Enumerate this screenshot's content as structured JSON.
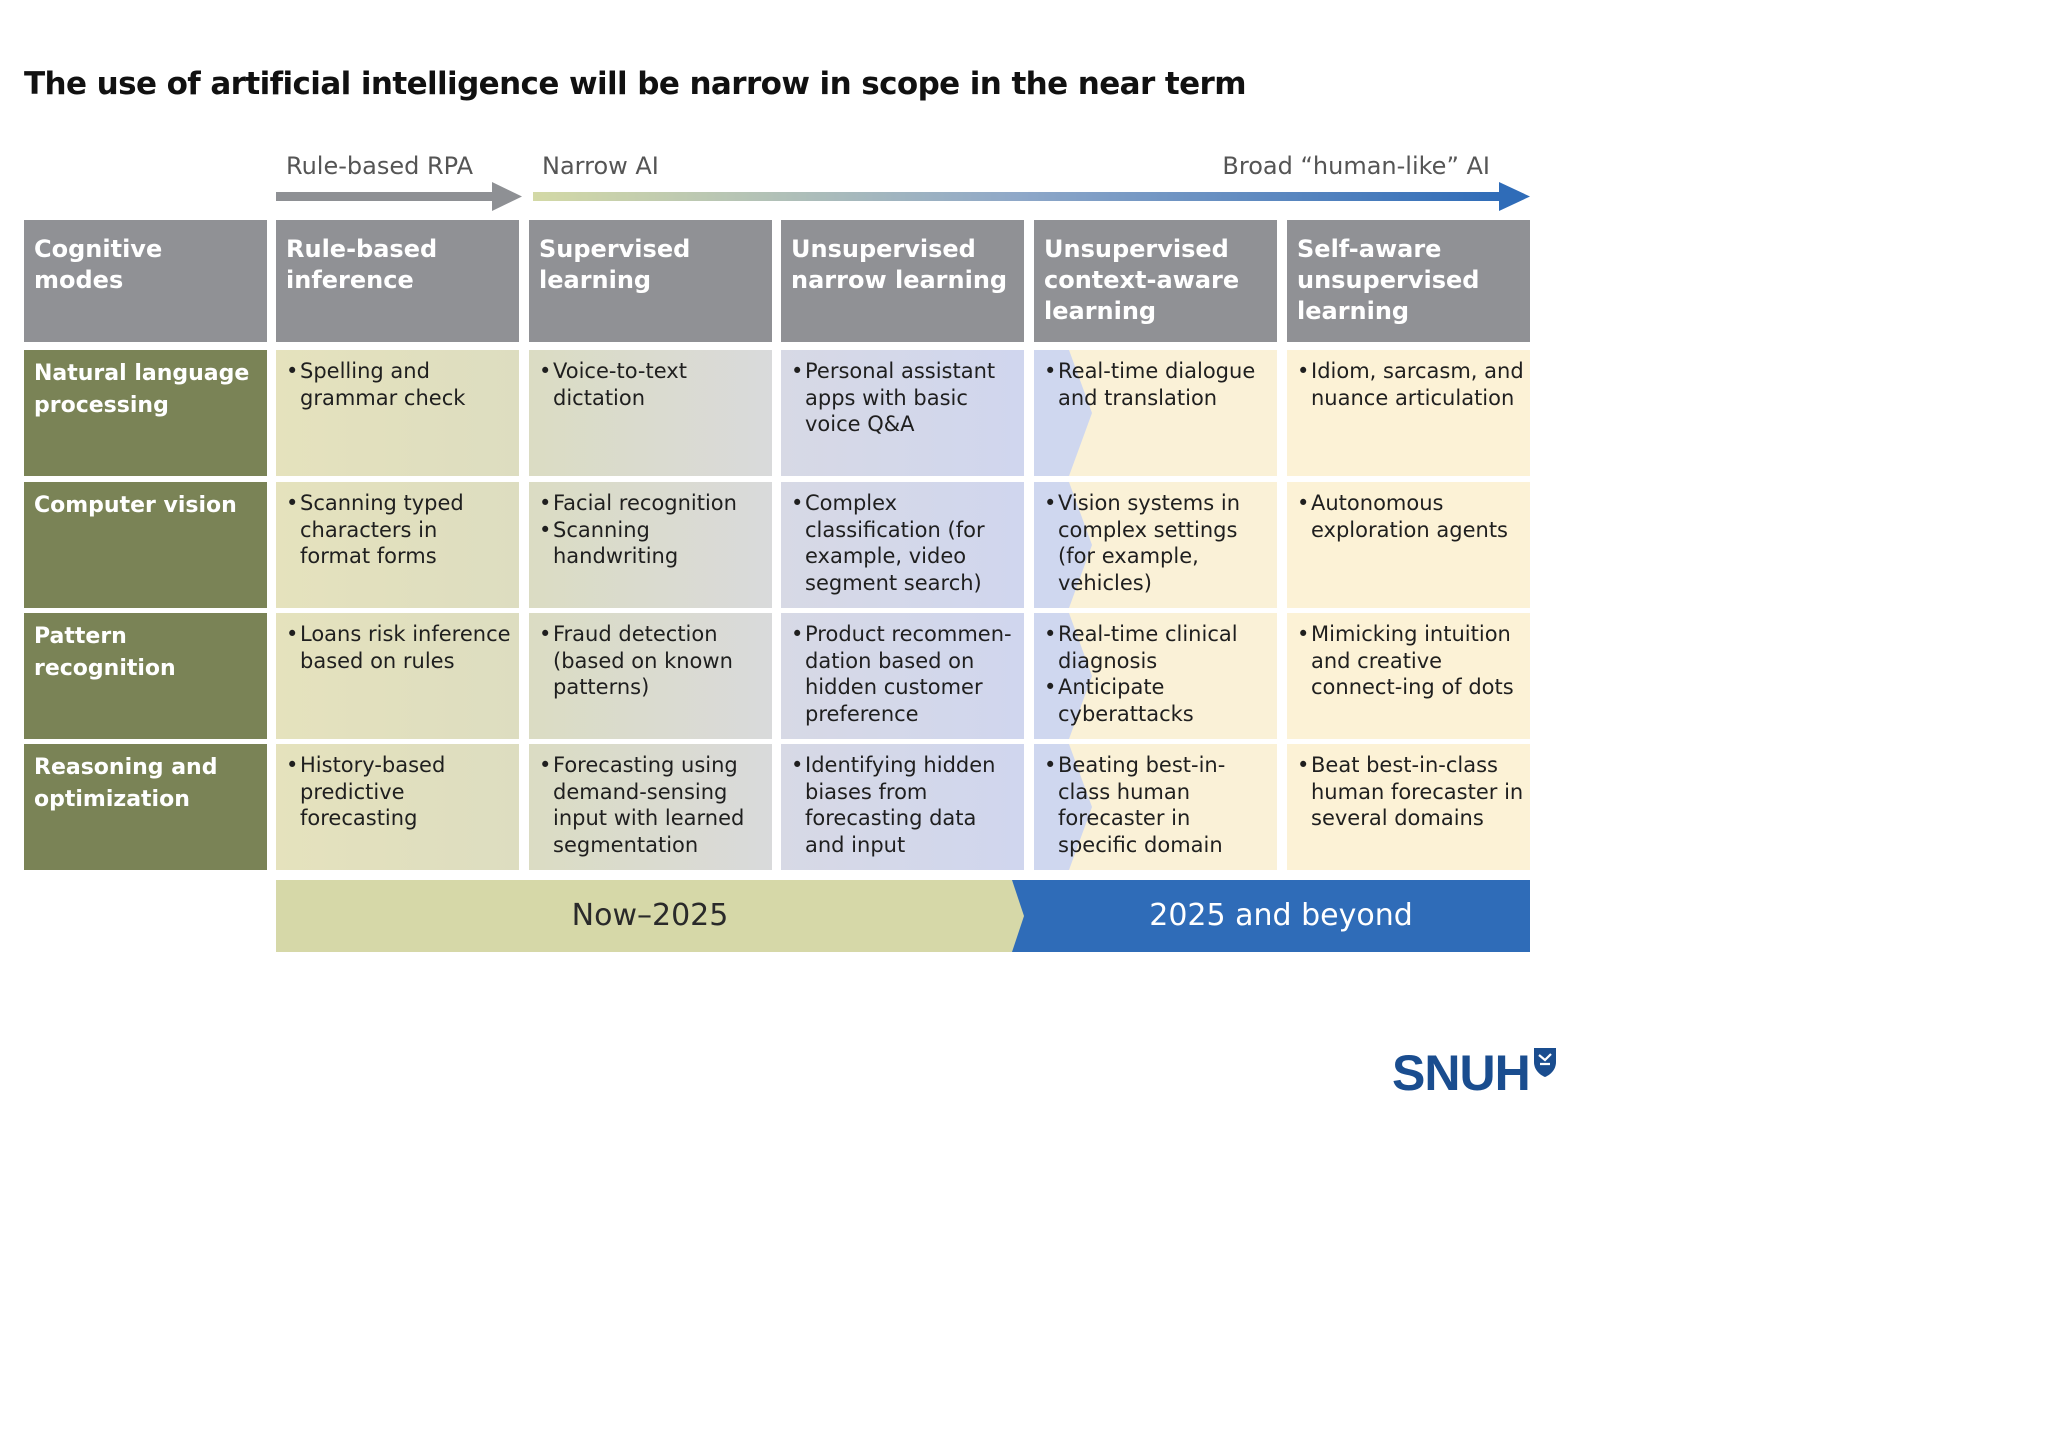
{
  "title": "The use of artificial intelligence will be narrow in scope in the near term",
  "spectrum": {
    "rule_based": "Rule-based RPA",
    "narrow": "Narrow AI",
    "broad": "Broad “human-like” AI",
    "colors": {
      "grey_arrow": "#8e9094",
      "gradient_start": "#d3d9a6",
      "gradient_end": "#2f6cb8"
    }
  },
  "header": {
    "corner": "Cognitive modes",
    "columns": [
      "Rule-based inference",
      "Supervised learning",
      "Unsupervised narrow learning",
      "Unsupervised context-aware learning",
      "Self-aware unsupervised learning"
    ]
  },
  "rows": [
    {
      "label": "Natural language processing",
      "cells": [
        [
          "Spelling and grammar check"
        ],
        [
          "Voice-to-text dictation"
        ],
        [
          "Personal assistant apps with basic voice Q&A"
        ],
        [
          "Real-time dialogue and translation"
        ],
        [
          "Idiom, sarcasm, and nuance articulation"
        ]
      ]
    },
    {
      "label": "Computer vision",
      "cells": [
        [
          "Scanning typed characters in format forms"
        ],
        [
          "Facial recognition",
          "Scanning handwriting"
        ],
        [
          "Complex classification (for example, video segment search)"
        ],
        [
          "Vision systems in complex settings (for example, vehicles)"
        ],
        [
          "Autonomous exploration agents"
        ]
      ]
    },
    {
      "label": "Pattern recognition",
      "cells": [
        [
          "Loans risk inference based on rules"
        ],
        [
          "Fraud detection (based on known patterns)"
        ],
        [
          "Product recommen-dation based on hidden customer preference"
        ],
        [
          "Real-time clinical diagnosis",
          "Anticipate cyberattacks"
        ],
        [
          "Mimicking intuition and creative connect-ing of dots"
        ]
      ]
    },
    {
      "label": "Reasoning and optimization",
      "cells": [
        [
          "History-based predictive forecasting"
        ],
        [
          "Forecasting using demand-sensing input with learned segmentation"
        ],
        [
          "Identifying hidden biases from forecasting data and input"
        ],
        [
          "Beating best-in-class human forecaster in specific domain"
        ],
        [
          "Beat best-in-class human forecaster in several domains"
        ]
      ]
    }
  ],
  "timeline": {
    "near": "Now–2025",
    "future": "2025 and beyond",
    "colors": {
      "near": "#d6d8a8",
      "future": "#2f6cb8"
    }
  },
  "logo": {
    "text": "SNUH",
    "color": "#1a4d8f"
  }
}
